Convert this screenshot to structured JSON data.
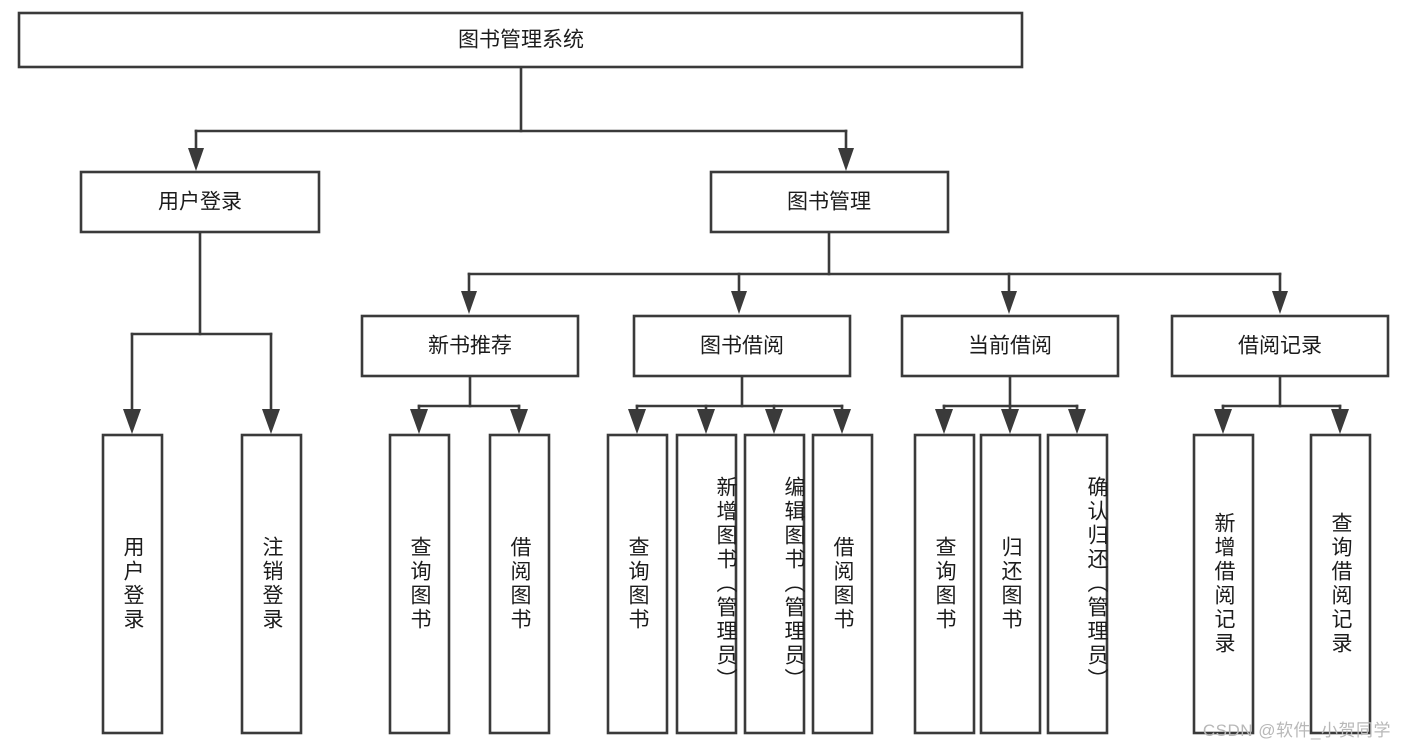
{
  "diagram": {
    "type": "hierarchy-tree",
    "title": "图书管理系统",
    "watermark": "CSDN @软件_小贺同学",
    "colors": {
      "stroke": "#3a3a3a",
      "box_fill": "#ffffff",
      "text": "#1c1c1c",
      "watermark": "#b8b8b8",
      "background": "#ffffff"
    },
    "root": {
      "label": "图书管理系统",
      "name": "root-node-book-management-system"
    },
    "level1": [
      {
        "label": "用户登录",
        "name": "node-user-login"
      },
      {
        "label": "图书管理",
        "name": "node-book-management"
      }
    ],
    "level2": [
      {
        "label": "新书推荐",
        "name": "node-new-book-recommend"
      },
      {
        "label": "图书借阅",
        "name": "node-book-borrow"
      },
      {
        "label": "当前借阅",
        "name": "node-current-borrow"
      },
      {
        "label": "借阅记录",
        "name": "node-borrow-record"
      }
    ],
    "leaves": {
      "user_login": [
        {
          "label": "用户登录",
          "name": "leaf-user-login"
        },
        {
          "label": "注销登录",
          "name": "leaf-logout"
        }
      ],
      "new_book_recommend": [
        {
          "label": "查询图书",
          "name": "leaf-query-books-recommend"
        },
        {
          "label": "借阅图书",
          "name": "leaf-borrow-books-recommend"
        }
      ],
      "book_borrow": [
        {
          "label": "查询图书",
          "name": "leaf-query-books-borrow"
        },
        {
          "label": "新增图书（管理员）",
          "name": "leaf-add-book-admin"
        },
        {
          "label": "编辑图书（管理员）",
          "name": "leaf-edit-book-admin"
        },
        {
          "label": "借阅图书",
          "name": "leaf-borrow-books"
        }
      ],
      "current_borrow": [
        {
          "label": "查询图书",
          "name": "leaf-query-books-current"
        },
        {
          "label": "归还图书",
          "name": "leaf-return-books"
        },
        {
          "label": "确认归还（管理员）",
          "name": "leaf-confirm-return-admin"
        }
      ],
      "borrow_record": [
        {
          "label": "新增借阅记录",
          "name": "leaf-add-borrow-record"
        },
        {
          "label": "查询借阅记录",
          "name": "leaf-query-borrow-record"
        }
      ]
    }
  }
}
